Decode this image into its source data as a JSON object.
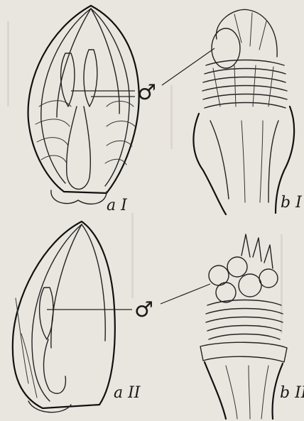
{
  "labels": {
    "panel_top_left": "a I",
    "panel_top_right": "b I",
    "panel_bottom_left": "a II",
    "panel_bottom_right": "b II"
  },
  "symbols": {
    "male_top": "♂",
    "male_bottom": "♂"
  },
  "colors": {
    "paper": "#e9e6df",
    "ink": "#222222"
  }
}
